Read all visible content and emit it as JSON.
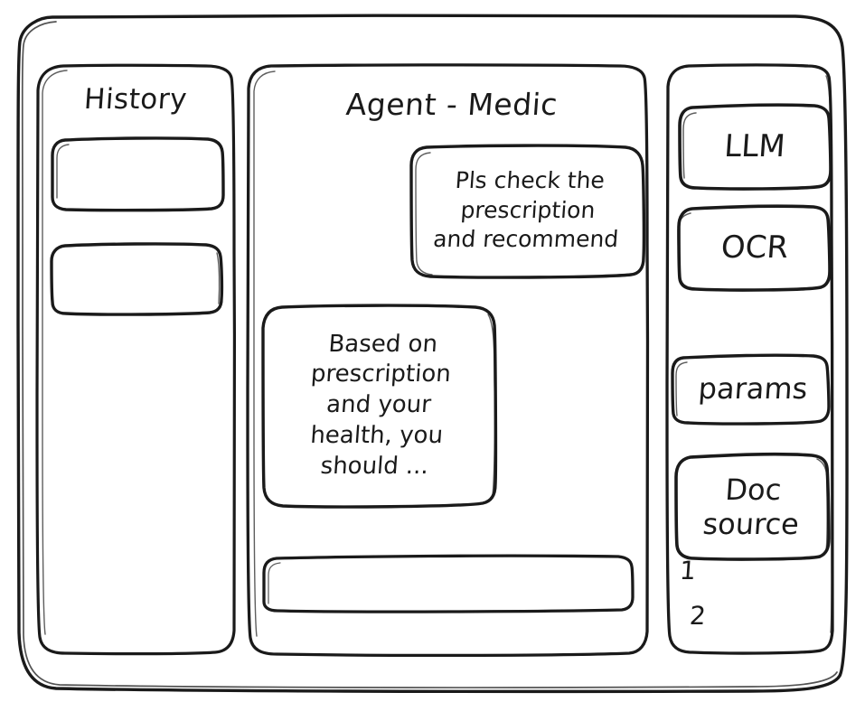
{
  "window": {
    "style": "hand-drawn-wireframe",
    "stroke_color": "#1a1a1a",
    "background_color": "#ffffff"
  },
  "sidebar_history": {
    "title": "History",
    "items": [
      {
        "label": "",
        "name": "history-item-1"
      },
      {
        "label": "",
        "name": "history-item-2"
      }
    ]
  },
  "main": {
    "title": "Agent - Medic",
    "messages": [
      {
        "role": "user",
        "name": "user-message-bubble",
        "lines": [
          "Pls check the",
          "prescription",
          "and recommend"
        ]
      },
      {
        "role": "assistant",
        "name": "agent-message-bubble",
        "lines": [
          "Based on",
          "prescription",
          "and your",
          "health, you",
          "should ..."
        ]
      }
    ],
    "composer": {
      "value": "",
      "placeholder": ""
    }
  },
  "sidebar_tools": {
    "items": [
      {
        "name": "tool-llm",
        "lines": [
          "LLM"
        ]
      },
      {
        "name": "tool-ocr",
        "lines": [
          "OCR"
        ]
      },
      {
        "name": "tool-params",
        "lines": [
          "params"
        ]
      },
      {
        "name": "tool-doc-source",
        "lines": [
          "Doc",
          "source"
        ]
      }
    ],
    "doc_source_list": [
      "1",
      "2"
    ]
  }
}
